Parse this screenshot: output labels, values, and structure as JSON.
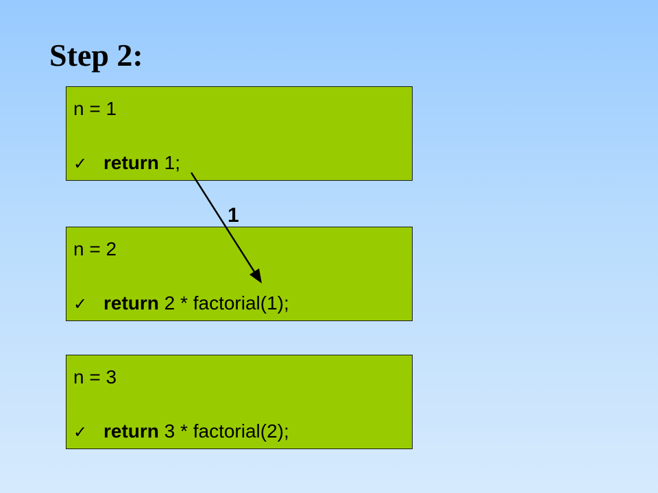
{
  "title": "Step 2:",
  "frames": [
    {
      "n_line": "n = 1",
      "check": "✓",
      "keyword": "return",
      "expr": " 1;"
    },
    {
      "n_line": "n = 2",
      "check": "✓",
      "keyword": "return",
      "expr": " 2 * factorial(1);"
    },
    {
      "n_line": "n = 3",
      "check": "✓",
      "keyword": "return",
      "expr": " 3 * factorial(2);"
    }
  ],
  "arrow": {
    "label": "1"
  },
  "colors": {
    "frame_fill": "#99cc00",
    "background_top": "#98caff",
    "background_bottom": "#d6eafd"
  }
}
